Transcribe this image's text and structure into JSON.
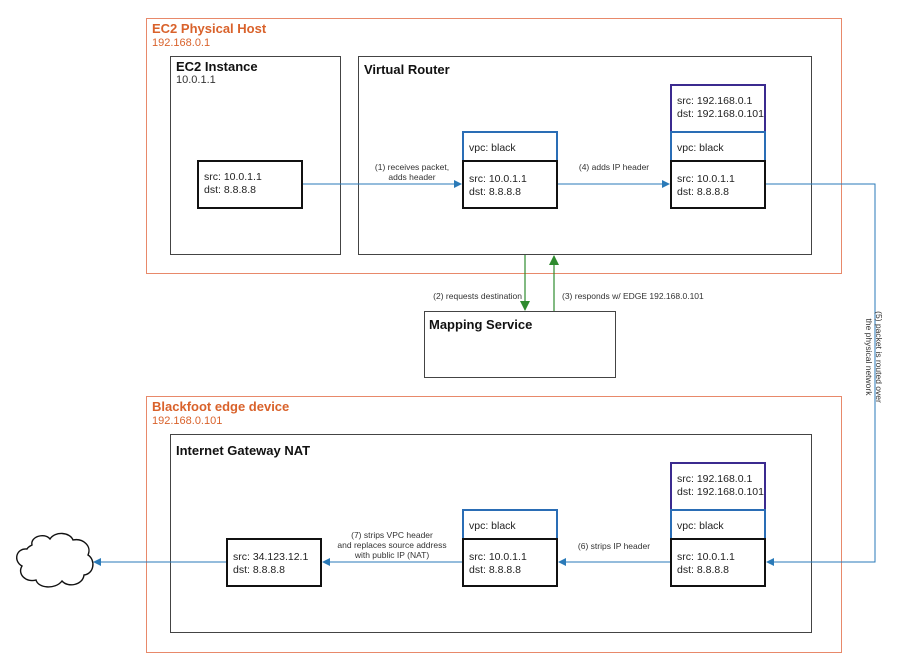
{
  "ec2_host": {
    "title": "EC2 Physical Host",
    "ip": "192.168.0.1"
  },
  "ec2_instance": {
    "title": "EC2 Instance",
    "ip": "10.0.1.1",
    "packet": {
      "src": "src: 10.0.1.1",
      "dst": "dst: 8.8.8.8"
    }
  },
  "virtual_router": {
    "title": "Virtual Router",
    "pkt_vpc": {
      "vpc": "vpc: black",
      "src": "src: 10.0.1.1",
      "dst": "dst: 8.8.8.8"
    },
    "pkt_ip": {
      "outer_src": "src: 192.168.0.1",
      "outer_dst": "dst: 192.168.0.101",
      "vpc": "vpc: black",
      "src": "src: 10.0.1.1",
      "dst": "dst: 8.8.8.8"
    }
  },
  "mapping_service": {
    "title": "Mapping Service"
  },
  "edge_host": {
    "title": "Blackfoot edge device",
    "ip": "192.168.0.101"
  },
  "igw_nat": {
    "title": "Internet Gateway NAT",
    "pkt_ip": {
      "outer_src": "src: 192.168.0.1",
      "outer_dst": "dst: 192.168.0.101",
      "vpc": "vpc: black",
      "src": "src: 10.0.1.1",
      "dst": "dst: 8.8.8.8"
    },
    "pkt_vpc": {
      "vpc": "vpc: black",
      "src": "src: 10.0.1.1",
      "dst": "dst: 8.8.8.8"
    },
    "pkt_nat": {
      "src": "src: 34.123.12.1",
      "dst": "dst: 8.8.8.8"
    }
  },
  "steps": {
    "s1a": "(1) receives packet,",
    "s1b": "adds header",
    "s2": "(2) requests destination",
    "s3": "(3) responds w/ EDGE 192.168.0.101",
    "s4": "(4) adds IP header",
    "s5a": "(5) packet is routed over",
    "s5b": "the physical network",
    "s6": "(6) strips IP header",
    "s7a": "(7) strips VPC header",
    "s7b": "and replaces source address",
    "s7c": "with public IP (NAT)"
  },
  "colors": {
    "host_border": "#e8896a",
    "host_text": "#d9622b",
    "flow": "#2a7ab8",
    "mapping_flow": "#2e8b2e",
    "vpc_header": "#2a6db5",
    "ip_header": "#3b2a8f"
  }
}
